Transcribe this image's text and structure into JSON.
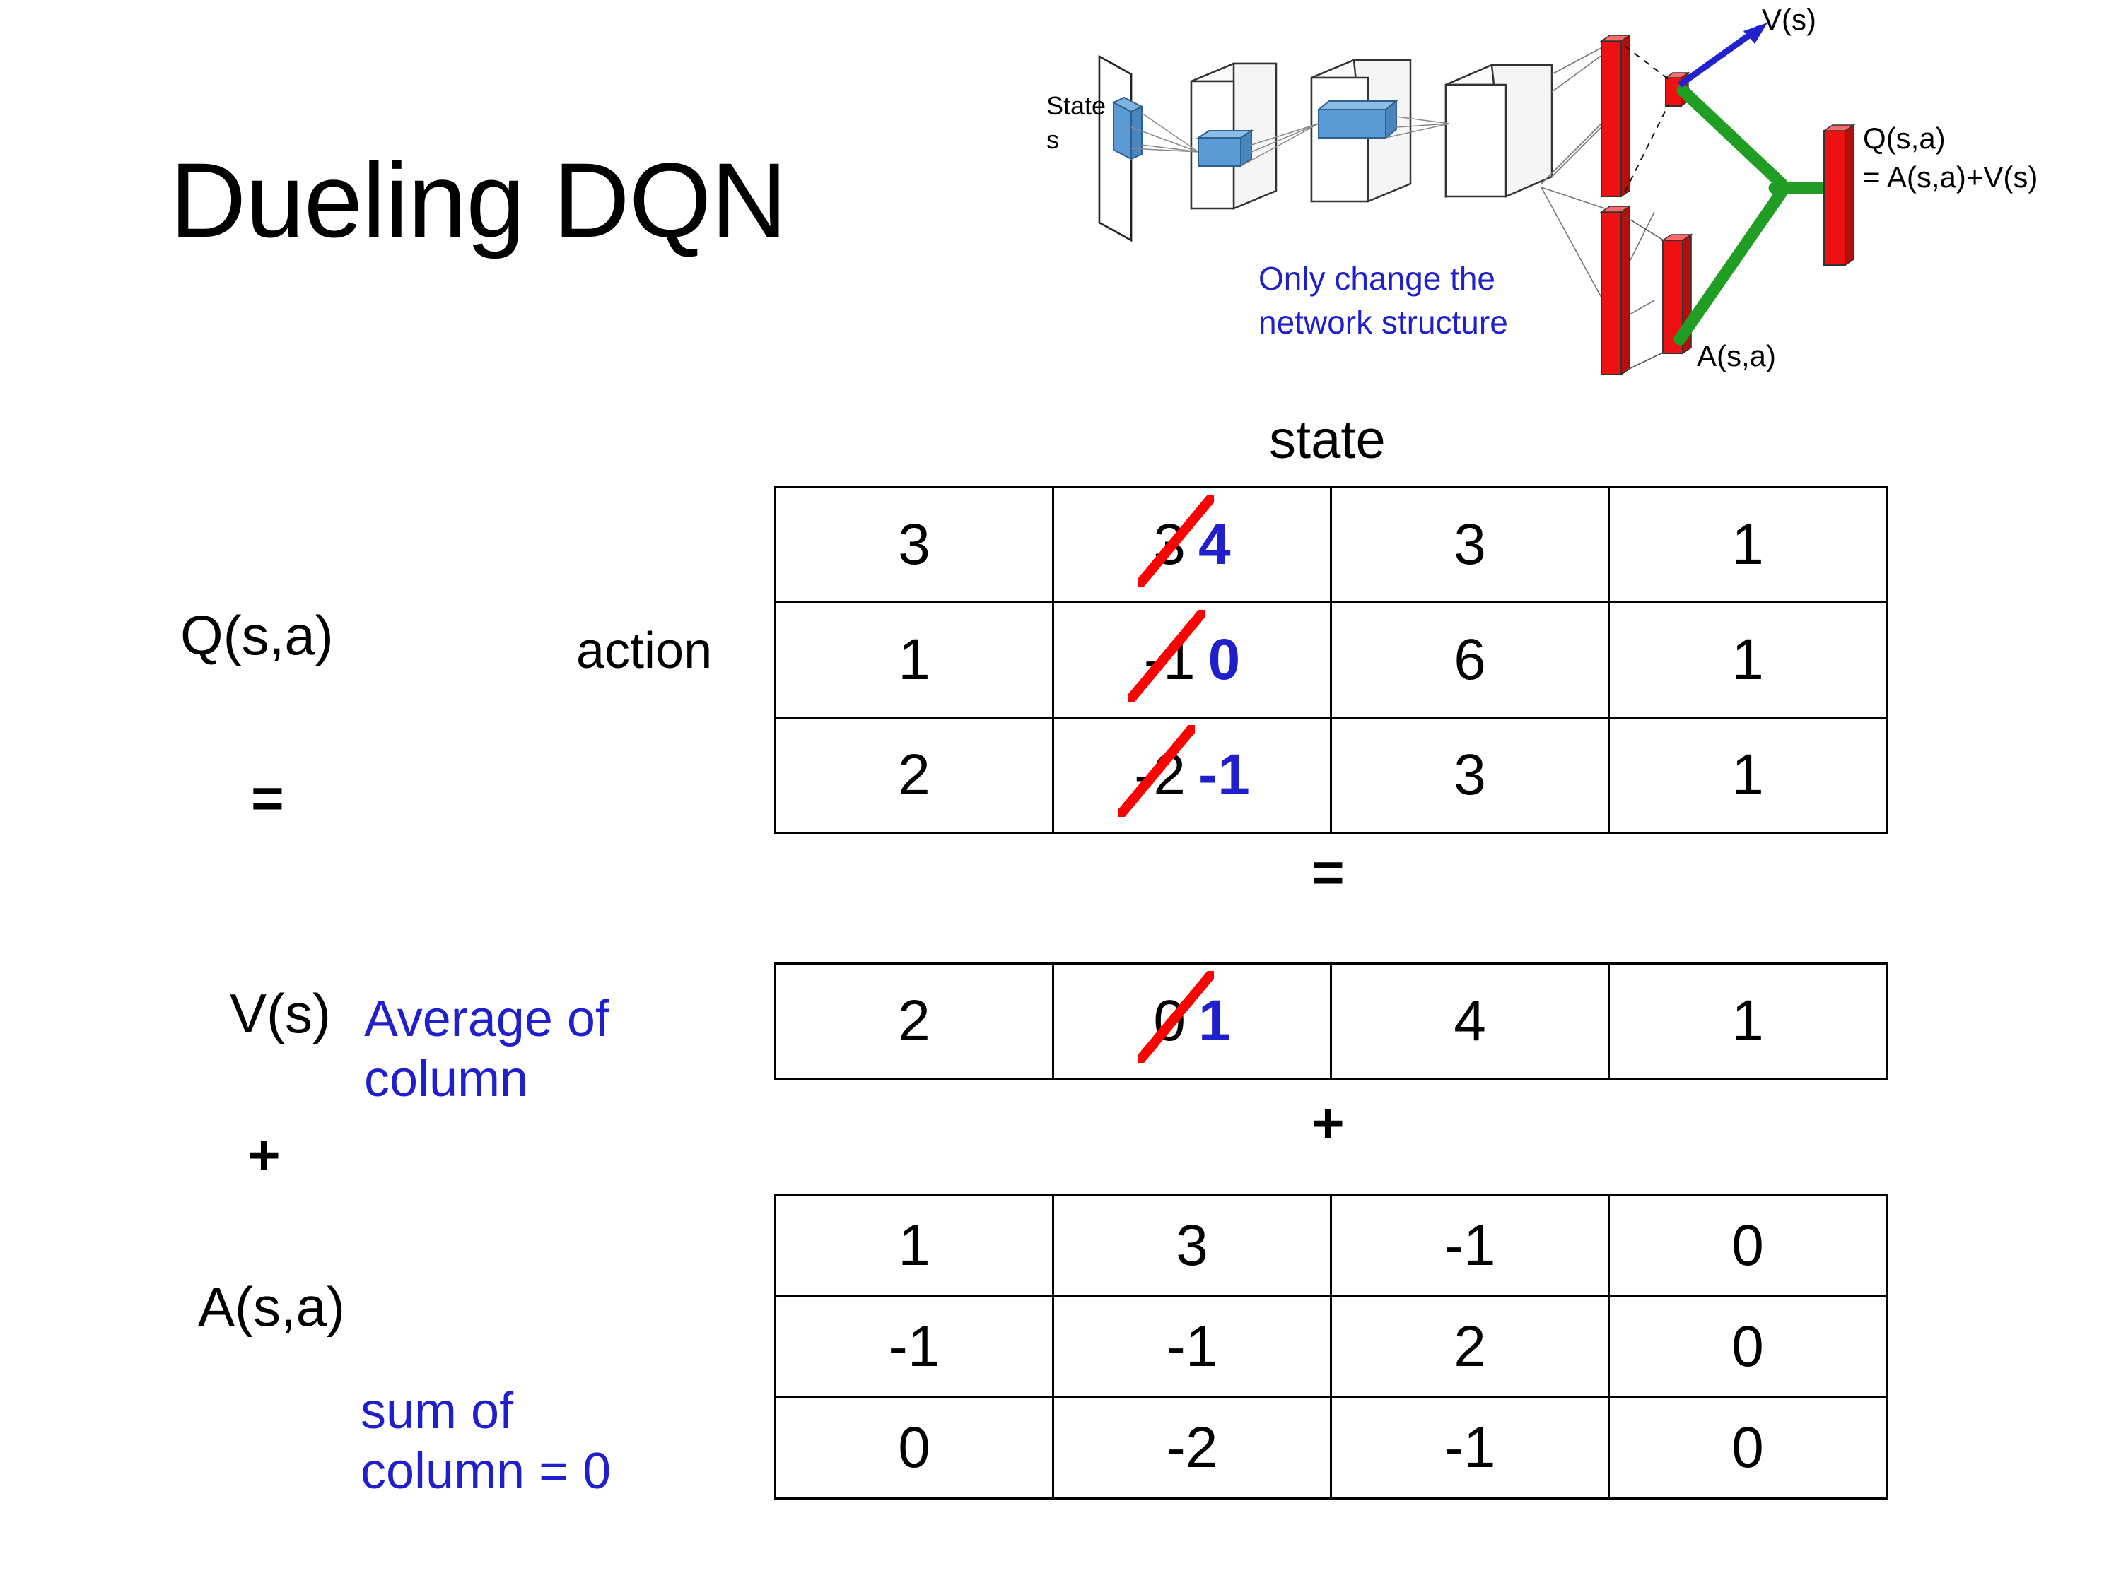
{
  "slide": {
    "title": "Dueling DQN"
  },
  "diagram": {
    "input_label_line1": "State",
    "input_label_line2": "s",
    "value_output_label": "V(s)",
    "advantage_output_label": "A(s,a)",
    "q_output_label_line1": "Q(s,a)",
    "q_output_label_line2": "= A(s,a)+V(s)",
    "note_line1": "Only change the",
    "note_line2": "network structure",
    "note_color": "#1f1fcc",
    "stream_color": "#1f9e23",
    "fc_color": "#ee1111",
    "conv_color": "#5b9bd5",
    "arrow_color": "#2222cc"
  },
  "labels": {
    "state_axis": "state",
    "action_axis": "action",
    "q_label": "Q(s,a)",
    "v_label": "V(s)",
    "a_label": "A(s,a)",
    "equals_left": "=",
    "plus_left": "+",
    "equals_mid": "=",
    "plus_mid": "+",
    "avg_note_line1": "Average of",
    "avg_note_line2": "column",
    "sum_note_line1": "sum of",
    "sum_note_line2": "column = 0",
    "note_color": "#1f1fcc"
  },
  "q_table": {
    "name": "Q(s,a)",
    "rows": [
      [
        {
          "value": "3"
        },
        {
          "value": "3",
          "struck": true,
          "new_value": "4"
        },
        {
          "value": "3"
        },
        {
          "value": "1"
        }
      ],
      [
        {
          "value": "1"
        },
        {
          "value": "-1",
          "struck": true,
          "new_value": "0"
        },
        {
          "value": "6"
        },
        {
          "value": "1"
        }
      ],
      [
        {
          "value": "2"
        },
        {
          "value": "-2",
          "struck": true,
          "new_value": "-1"
        },
        {
          "value": "3"
        },
        {
          "value": "1"
        }
      ]
    ]
  },
  "v_table": {
    "name": "V(s)",
    "rows": [
      [
        {
          "value": "2"
        },
        {
          "value": "0",
          "struck": true,
          "new_value": "1"
        },
        {
          "value": "4"
        },
        {
          "value": "1"
        }
      ]
    ]
  },
  "a_table": {
    "name": "A(s,a)",
    "rows": [
      [
        {
          "value": "1"
        },
        {
          "value": "3"
        },
        {
          "value": "-1"
        },
        {
          "value": "0"
        }
      ],
      [
        {
          "value": "-1"
        },
        {
          "value": "-1"
        },
        {
          "value": "2"
        },
        {
          "value": "0"
        }
      ],
      [
        {
          "value": "0"
        },
        {
          "value": "-2"
        },
        {
          "value": "-1"
        },
        {
          "value": "0"
        }
      ]
    ]
  }
}
